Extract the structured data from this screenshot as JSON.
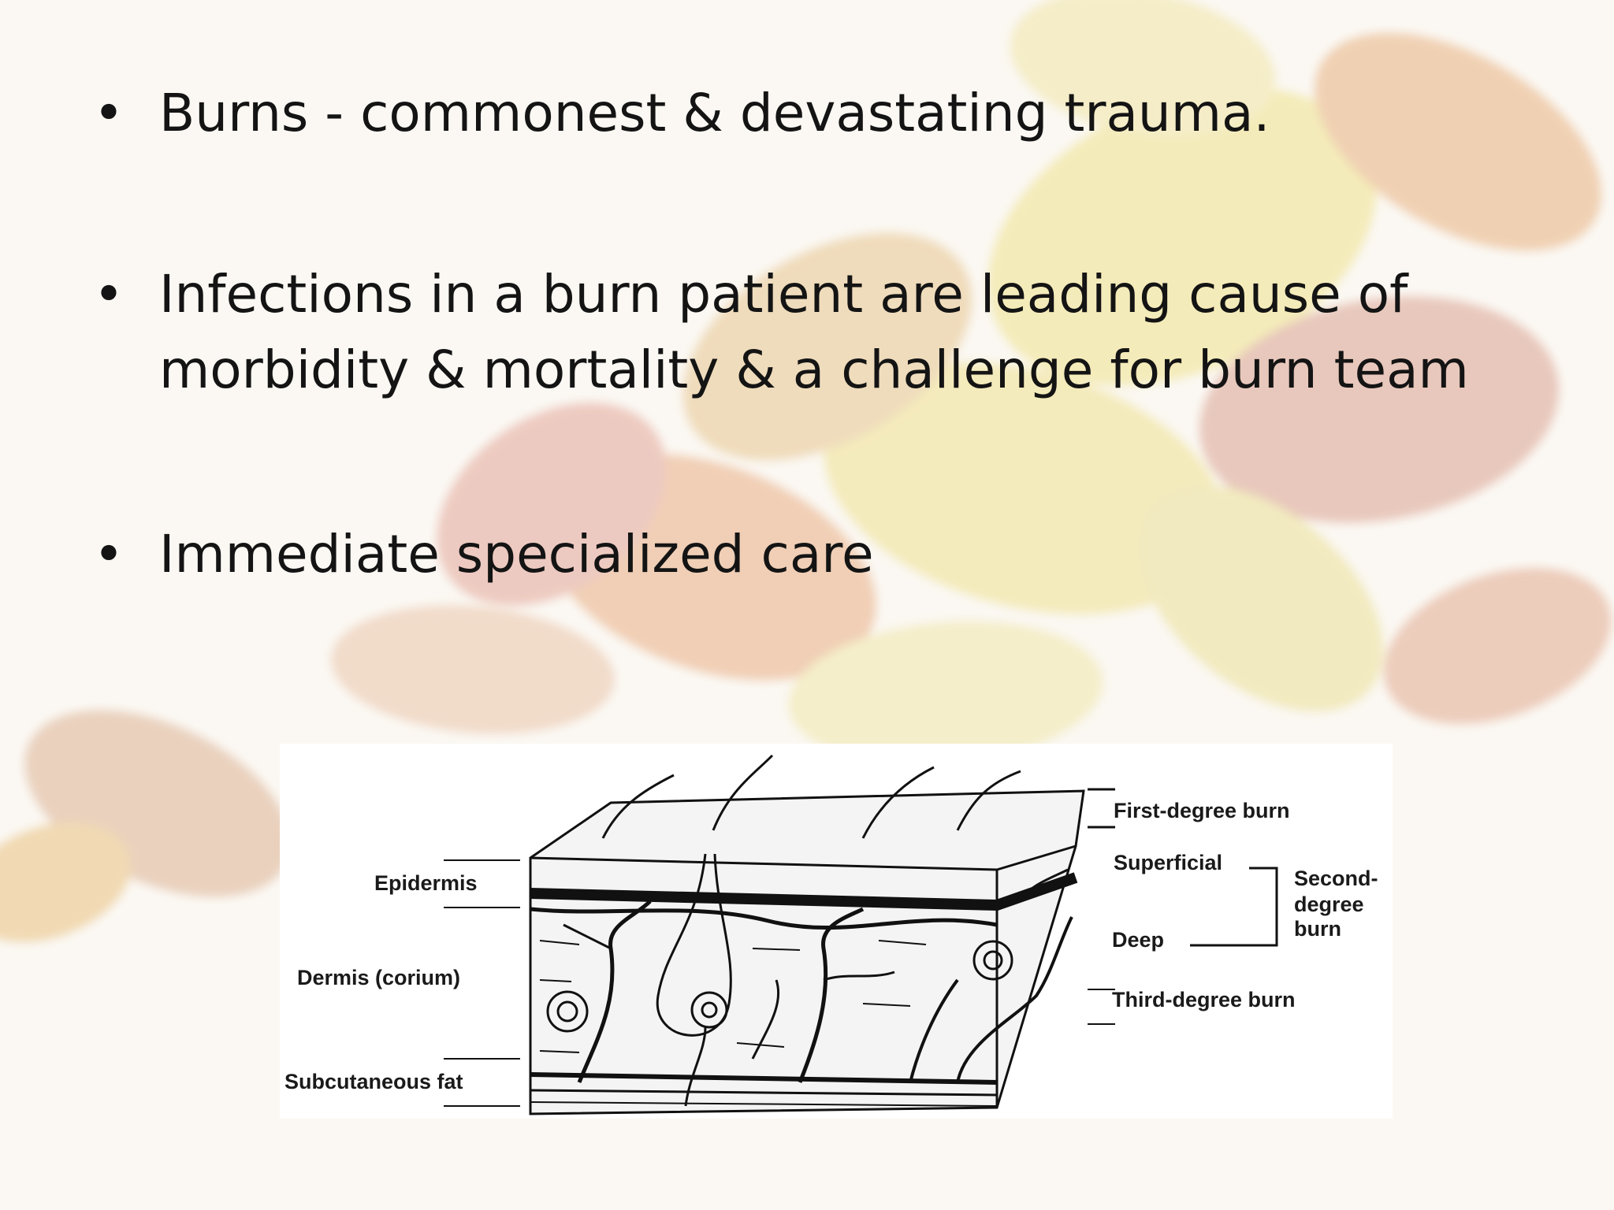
{
  "bullets": [
    {
      "text": "Burns - commonest & devastating trauma."
    },
    {
      "text": "Infections in a burn patient are leading cause of morbidity & mortality & a challenge for burn team"
    },
    {
      "text": "Immediate specialized care"
    }
  ],
  "figure": {
    "labels": {
      "epidermis": "Epidermis",
      "dermis": "Dermis (corium)",
      "subcutaneous": "Subcutaneous fat",
      "first_degree": "First-degree burn",
      "superficial": "Superficial",
      "deep": "Deep",
      "second_degree_1": "Second-",
      "second_degree_2": "degree",
      "second_degree_3": "burn",
      "third_degree": "Third-degree burn"
    }
  },
  "colors": {
    "text": "#141414",
    "leaf_orange": "#e9a877",
    "leaf_yellow": "#eedd8a",
    "leaf_red": "#dd9c94",
    "leaf_brown": "#c9a58a"
  }
}
